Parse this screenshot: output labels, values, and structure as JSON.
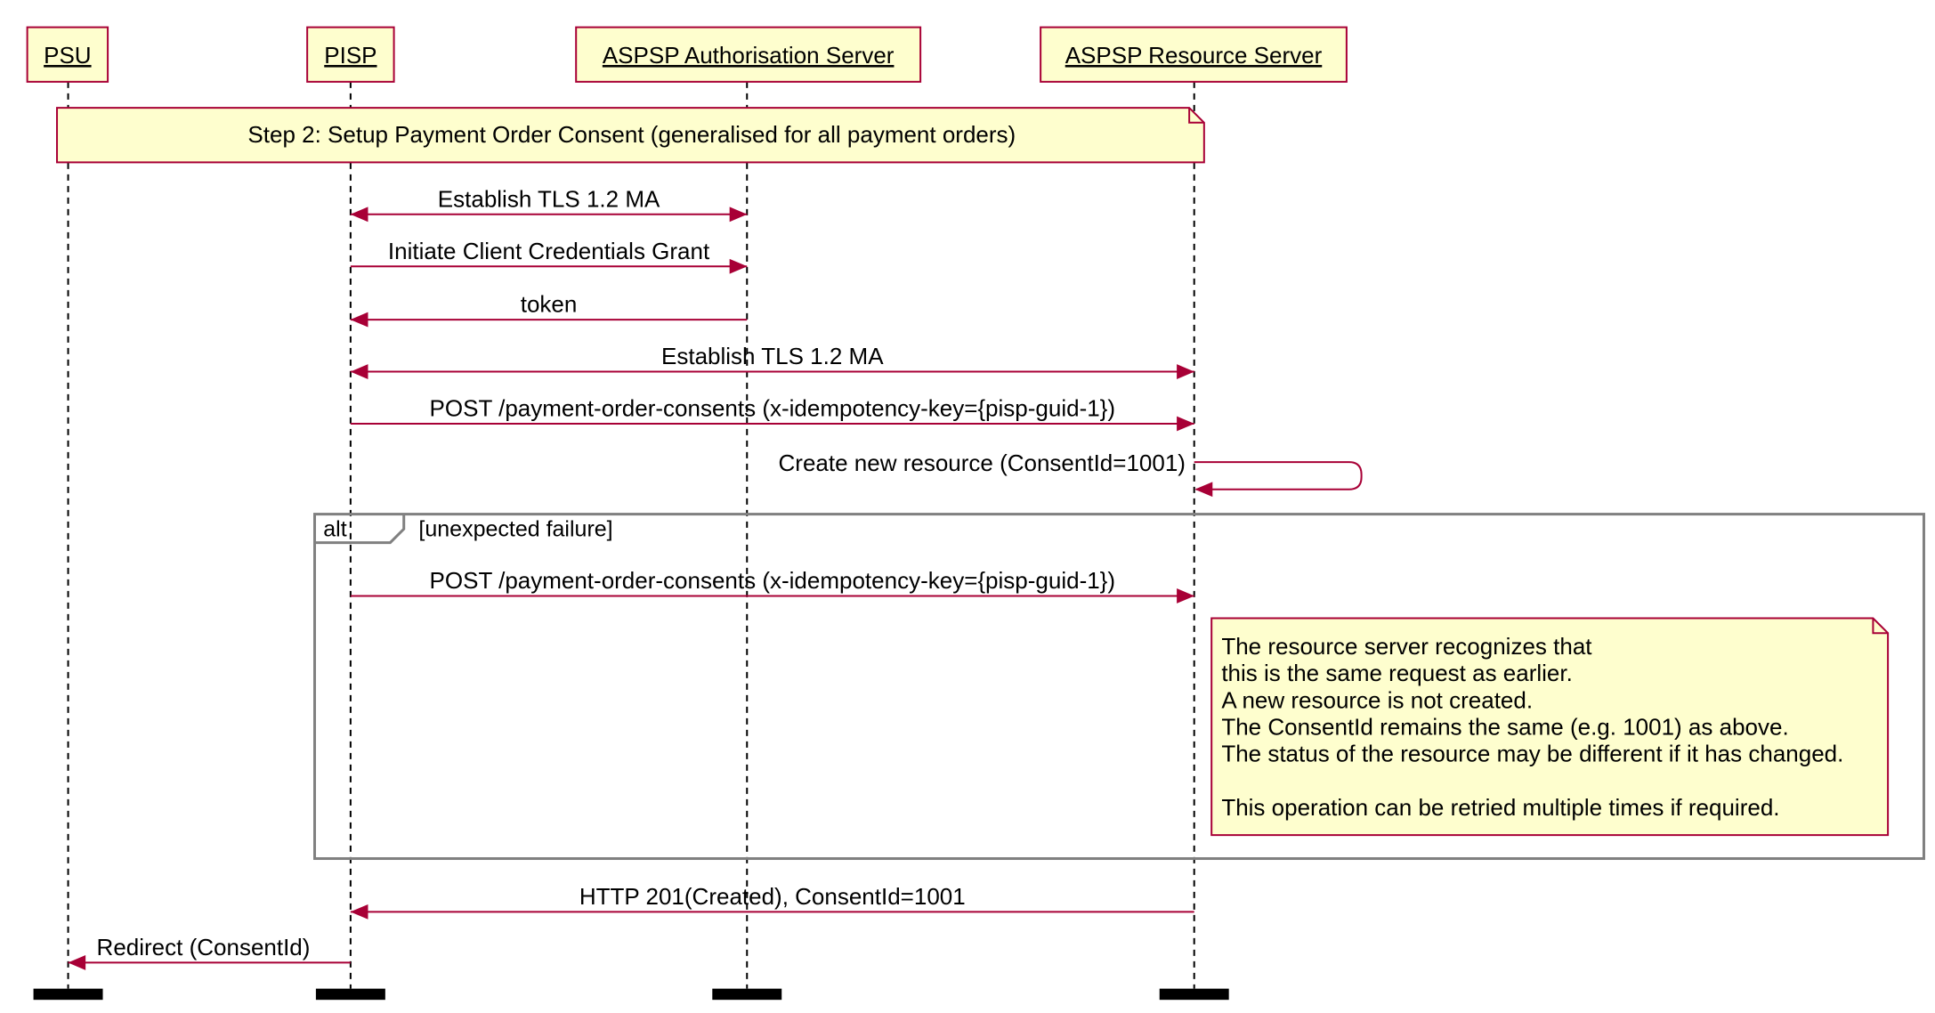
{
  "participants": [
    {
      "id": "psu",
      "label": "PSU"
    },
    {
      "id": "pisp",
      "label": "PISP"
    },
    {
      "id": "as",
      "label": "ASPSP Authorisation Server"
    },
    {
      "id": "rs",
      "label": "ASPSP Resource Server"
    }
  ],
  "step_note": "Step 2: Setup Payment Order Consent (generalised for all payment orders)",
  "messages": [
    {
      "label": "Establish TLS 1.2 MA",
      "from": "pisp",
      "to": "as",
      "bidirectional": true
    },
    {
      "label": "Initiate Client Credentials Grant",
      "from": "pisp",
      "to": "as"
    },
    {
      "label": "token",
      "from": "as",
      "to": "pisp"
    },
    {
      "label": "Establish TLS 1.2 MA",
      "from": "pisp",
      "to": "rs",
      "bidirectional": true
    },
    {
      "label": "POST /payment-order-consents (x-idempotency-key={pisp-guid-1})",
      "from": "pisp",
      "to": "rs"
    },
    {
      "label": "Create new resource (ConsentId=1001)",
      "from": "rs",
      "to": "rs",
      "self": true
    },
    {
      "label": "POST /payment-order-consents (x-idempotency-key={pisp-guid-1})",
      "from": "pisp",
      "to": "rs"
    },
    {
      "label": "HTTP 201(Created), ConsentId=1001",
      "from": "rs",
      "to": "pisp"
    },
    {
      "label": "Redirect (ConsentId)",
      "from": "pisp",
      "to": "psu"
    }
  ],
  "alt_fragment": {
    "keyword": "alt",
    "condition": "[unexpected failure]"
  },
  "idempotency_note": [
    "The resource server recognizes that",
    "this is the same request as earlier.",
    "A new resource is not created.",
    "The ConsentId remains the same (e.g. 1001) as above.",
    "The status of the resource may be different if it has changed.",
    "",
    "This operation can be retried multiple times if required."
  ],
  "colors": {
    "arrow": "#a80036",
    "box_border": "#a80036",
    "box_fill": "#fefece",
    "note_fill": "#fbfb77",
    "lifeline": "#000000",
    "fragment_border": "#808080"
  }
}
